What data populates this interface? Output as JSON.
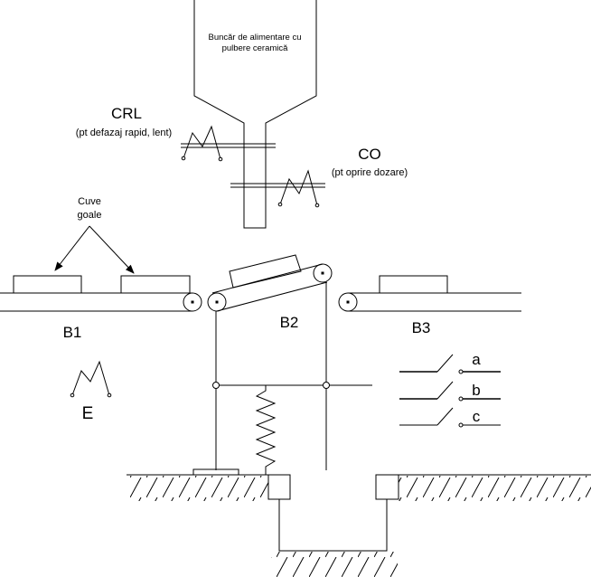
{
  "hopper": {
    "line1": "Buncăr de alimentare  cu",
    "line2": "pulbere ceramică"
  },
  "crl": {
    "title": "CRL",
    "subtitle": "(pt defazaj rapid, lent)"
  },
  "co": {
    "title": "CO",
    "subtitle": "(pt oprire dozare)"
  },
  "empty_cups": {
    "line1": "Cuve",
    "line2": "goale"
  },
  "belts": {
    "b1": "B1",
    "b2": "B2",
    "b3": "B3"
  },
  "sensor_e": "E",
  "switches": {
    "a": "a",
    "b": "b",
    "c": "c"
  }
}
